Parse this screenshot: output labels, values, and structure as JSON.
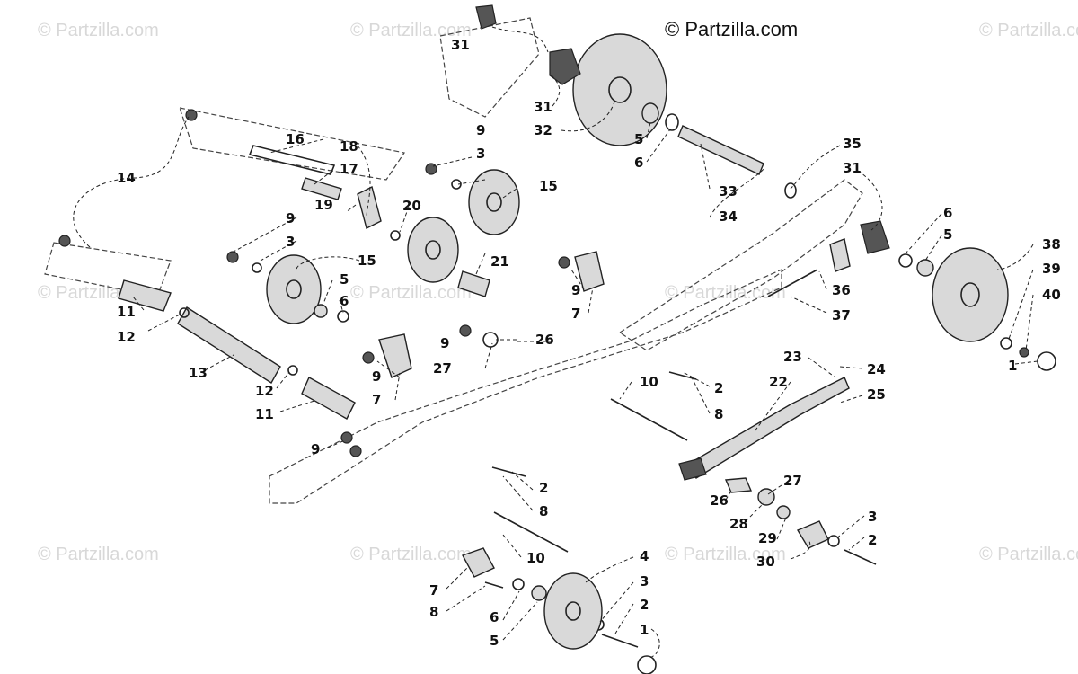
{
  "copyright": "© Partzilla.com",
  "watermark": "© Partzilla.com",
  "callouts": [
    "31",
    "31",
    "32",
    "5",
    "6",
    "9",
    "3",
    "15",
    "18",
    "17",
    "16",
    "14",
    "20",
    "19",
    "9",
    "3",
    "15",
    "5",
    "6",
    "11",
    "12",
    "13",
    "12",
    "11",
    "21",
    "9",
    "7",
    "9",
    "27",
    "26",
    "9",
    "7",
    "2",
    "8",
    "10",
    "9",
    "2",
    "8",
    "10",
    "7",
    "8",
    "6",
    "5",
    "4",
    "3",
    "2",
    "1",
    "33",
    "34",
    "35",
    "31",
    "6",
    "5",
    "38",
    "39",
    "40",
    "36",
    "37",
    "1",
    "23",
    "22",
    "24",
    "25",
    "27",
    "26",
    "28",
    "29",
    "30",
    "3",
    "2"
  ]
}
